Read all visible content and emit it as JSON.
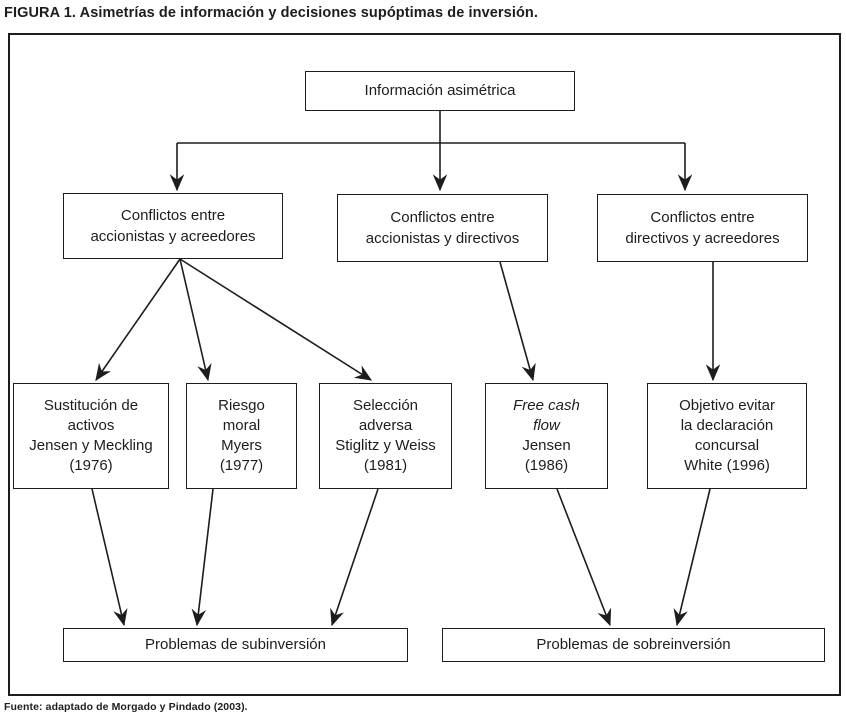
{
  "title": "FIGURA 1. Asimetrías de información y decisiones supóptimas de inversión.",
  "source_note": "Fuente: adaptado de Morgado y Pindado (2003).",
  "colors": {
    "ink": "#1d1d1b",
    "background": "#ffffff"
  },
  "nodes": {
    "info": {
      "lines": [
        "Información asimétrica"
      ]
    },
    "conflict_accionistas_acreedores": {
      "lines": [
        "Conflictos entre",
        "accionistas y acreedores"
      ]
    },
    "conflict_accionistas_directivos": {
      "lines": [
        "Conflictos entre",
        "accionistas y directivos"
      ]
    },
    "conflict_directivos_acreedores": {
      "lines": [
        "Conflictos entre",
        "directivos y acreedores"
      ]
    },
    "sustitucion_activos": {
      "lines": [
        "Sustitución de",
        "activos",
        "Jensen y Meckling",
        "(1976)"
      ]
    },
    "riesgo_moral": {
      "lines": [
        "Riesgo",
        "moral",
        "Myers",
        "(1977)"
      ]
    },
    "seleccion_adversa": {
      "lines": [
        "Selección",
        "adversa",
        "Stiglitz y Weiss",
        "(1981)"
      ]
    },
    "free_cash_flow": {
      "lines_italic": [
        "Free cash",
        "flow"
      ],
      "lines": [
        "Jensen",
        "(1986)"
      ]
    },
    "objetivo_concursal": {
      "lines": [
        "Objetivo evitar",
        "la declaración",
        "concursal",
        "White (1996)"
      ]
    },
    "problemas_subinversion": {
      "lines": [
        "Problemas de subinversión"
      ]
    },
    "problemas_sobreinversion": {
      "lines": [
        "Problemas de sobreinversión"
      ]
    }
  }
}
